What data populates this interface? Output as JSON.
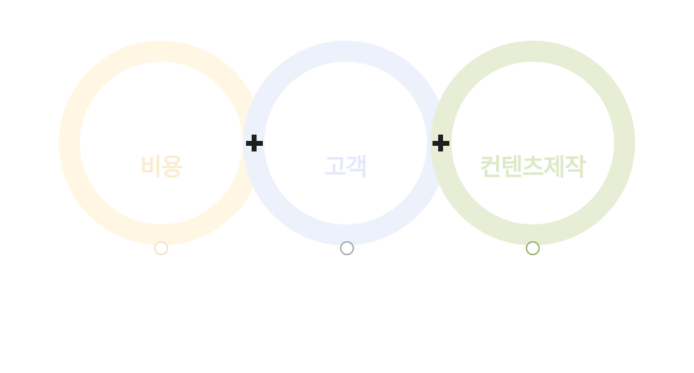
{
  "diagram": {
    "nodes": [
      {
        "label": "비용",
        "ring_color": "#fff7e4",
        "text_color": "#fbecd0",
        "dot_color": "#efe0c8"
      },
      {
        "label": "고객",
        "ring_color": "#edf1fc",
        "text_color": "#e4e9fa",
        "dot_color": "#a6a7b3"
      },
      {
        "label": "컨텐츠제작",
        "ring_color": "#e7eed5",
        "text_color": "#dde8c7",
        "dot_color": "#9eaf6e"
      }
    ],
    "operators": [
      "+",
      "+"
    ],
    "operator_color": "#1f1f1f"
  }
}
